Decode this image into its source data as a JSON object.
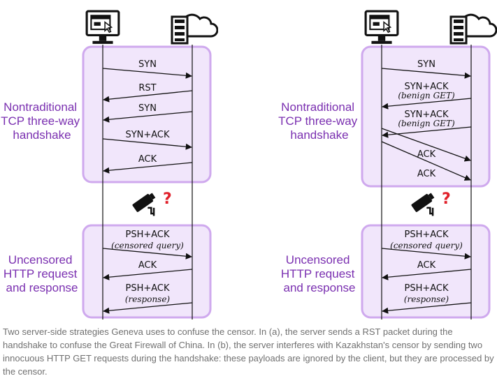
{
  "colors": {
    "box_fill": "#f1e6fb",
    "box_stroke": "#cfa9ee",
    "side_text": "#7a2fb0",
    "censor_question": "#e0202a",
    "caption_text": "#707070"
  },
  "icons": {
    "client": "desktop-computer-icon",
    "server": "server-cloud-icon",
    "censor": "surveillance-camera-icon"
  },
  "left": {
    "handshake_label": [
      "Nontraditional",
      "TCP three-way",
      "handshake"
    ],
    "http_label": [
      "Uncensored",
      "HTTP request",
      "and response"
    ],
    "handshake_messages": [
      {
        "label": "SYN",
        "note": "",
        "direction": "to-server"
      },
      {
        "label": "RST",
        "note": "",
        "direction": "to-client"
      },
      {
        "label": "SYN",
        "note": "",
        "direction": "to-client"
      },
      {
        "label": "SYN+ACK",
        "note": "",
        "direction": "to-server"
      },
      {
        "label": "ACK",
        "note": "",
        "direction": "to-client"
      }
    ],
    "http_messages": [
      {
        "label": "PSH+ACK",
        "note": "(censored query)",
        "direction": "to-server"
      },
      {
        "label": "ACK",
        "note": "",
        "direction": "to-client"
      },
      {
        "label": "PSH+ACK",
        "note": "(response)",
        "direction": "to-client"
      }
    ]
  },
  "right": {
    "handshake_label": [
      "Nontraditional",
      "TCP three-way",
      "handshake"
    ],
    "http_label": [
      "Uncensored",
      "HTTP request",
      "and response"
    ],
    "handshake_messages": [
      {
        "label": "SYN",
        "note": "",
        "direction": "to-server"
      },
      {
        "label": "SYN+ACK",
        "note": "(benign GET)",
        "direction": "to-client"
      },
      {
        "label": "SYN+ACK",
        "note": "(benign GET)",
        "direction": "to-client"
      },
      {
        "label": "ACK",
        "note": "",
        "direction": "to-server"
      },
      {
        "label": "ACK",
        "note": "",
        "direction": "to-server"
      }
    ],
    "http_messages": [
      {
        "label": "PSH+ACK",
        "note": "(censored query)",
        "direction": "to-server"
      },
      {
        "label": "ACK",
        "note": "",
        "direction": "to-client"
      },
      {
        "label": "PSH+ACK",
        "note": "(response)",
        "direction": "to-client"
      }
    ]
  },
  "censor_mark": "?",
  "caption": "Two server-side strategies Geneva uses to confuse the censor. In (a), the server sends a RST packet during the handshake to confuse the Great Firewall of China. In (b), the server interferes with Kazakhstan's censor by sending two innocuous HTTP GET requests during the handshake: these payloads are ignored by the client, but they are processed by the censor."
}
